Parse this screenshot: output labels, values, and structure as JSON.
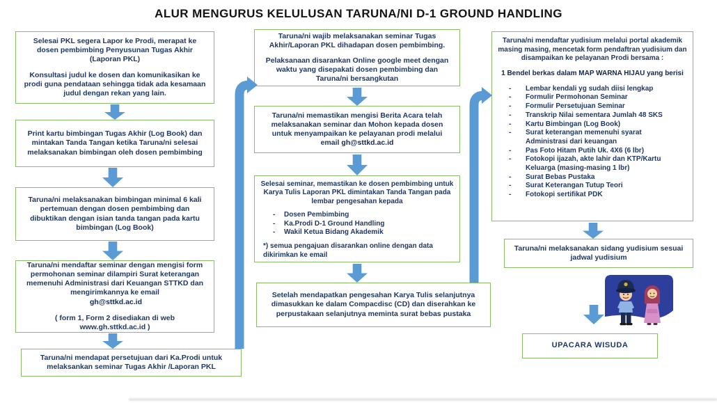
{
  "title": "ALUR MENGURUS KELULUSAN TARUNA/NI D-1 GROUND HANDLING",
  "glyphs": {
    "bullet": "-"
  },
  "colors": {
    "box_border": "#8abc69",
    "arrow": "#5b9bd5",
    "text": "#1f3864",
    "title_text": "#141414",
    "illustration_bg": "#2e3e9d"
  },
  "flowchart": {
    "column1": {
      "box1": {
        "p1": "Selesai PKL segera Lapor ke Prodi, merapat ke dosen pembimbing Penyusunan Tugas Akhir (Laporan PKL)",
        "p2": "Konsultasi judul ke dosen dan komunikasikan ke prodi guna pendataan sehingga tidak ada kesamaan judul dengan rekan yang lain."
      },
      "box2": "Print kartu bimbingan Tugas Akhir (Log Book) dan mintakan Tanda Tangan ketika Taruna/ni selesai melaksanakan bimbingan oleh dosen pembimbing",
      "box3": "Taruna/ni melaksanakan bimbingan minimal 6 kali pertemuan dengan dosen pembimbing dan dibuktikan dengan isian tanda tangan pada kartu bimbingan (Log Book)",
      "box4": {
        "p1": "Taruna/ni mendaftar seminar dengan mengisi form permohonan seminar dilampiri Surat keterangan memenuhi Administrasi dari Keuangan STTKD dan mengirimkannya ke email",
        "email": "gh@sttkd.ac.id",
        "p2": "( form 1, Form 2 disediakan di web www.gh.sttkd.ac.id )"
      },
      "box5": "Taruna/ni mendapat persetujuan dari Ka.Prodi untuk melaksankan seminar Tugas Akhir /Laporan PKL"
    },
    "column2": {
      "box1": {
        "p1": "Taruna/ni wajib melaksanakan seminar Tugas Akhir/Laporan PKL dihadapan dosen pembimbing.",
        "p2": "Pelaksanaan disarankan Online google meet dengan waktu yang disepakati dosen pembimbing dan Taruna/ni bersangkutan"
      },
      "box2": {
        "p1": "Taruna/ni memastikan mengisi Berita Acara telah melaksanakan seminar dan Mohon kepada dosen untuk menyampaikan ke pelayanan prodi melalui email",
        "email": "gh@sttkd.ac.id"
      },
      "box3": {
        "p1": "Selesai seminar, memastikan ke dosen pembimbing untuk Karya Tulis Laporan PKL dimintakan Tanda Tangan pada lembar pengesahan kepada",
        "items": [
          "Dosen Pembimbing",
          "Ka.Prodi D-1 Ground Handling",
          "Wakil Ketua Bidang Akademik"
        ],
        "footnote": "*) semua pengajuan disarankan online dengan data dikirimkan ke email"
      },
      "box4": "Setelah mendapatkan pengesahan Karya Tulis selanjutnya dimasukkan ke dalam Compacdisc (CD) dan diserahkan ke perpustakaan selanjutnya meminta surat bebas pustaka"
    },
    "column3": {
      "box1": {
        "p1": "Taruna/ni mendaftar yudisium melalui portal akademik masing masing, mencetak form pendaftran yudisium dan disampaikan ke pelayanan Prodi bersama :",
        "heading": "1 Bendel berkas dalam MAP WARNA HIJAU yang berisi",
        "items": [
          "Lembar kendali yg sudah diisi lengkap",
          "Formulir Permohonan Seminar",
          "Formulir Persetujuan Seminar",
          "Transkrip Nilai sementara Jumlah 48 SKS",
          "Kartu Bimbingan (Log Book)",
          "Surat keterangan memenuhi syarat Administrasi dari keuangan",
          "Pas Foto Hitam Putih Uk. 4X6 (6 lbr)",
          "Fotokopi ijazah, akte lahir dan KTP/Kartu Keluarga (masing-masing 1 lbr)",
          "Surat Bebas Pustaka",
          "Surat Keterangan Tutup Teori",
          "Fotokopi sertifikat PDK"
        ]
      },
      "box2": "Taruna/ni melaksanakan sidang yudisium sesuai jadwal yudisium",
      "box3": "UPACARA WISUDA"
    }
  }
}
